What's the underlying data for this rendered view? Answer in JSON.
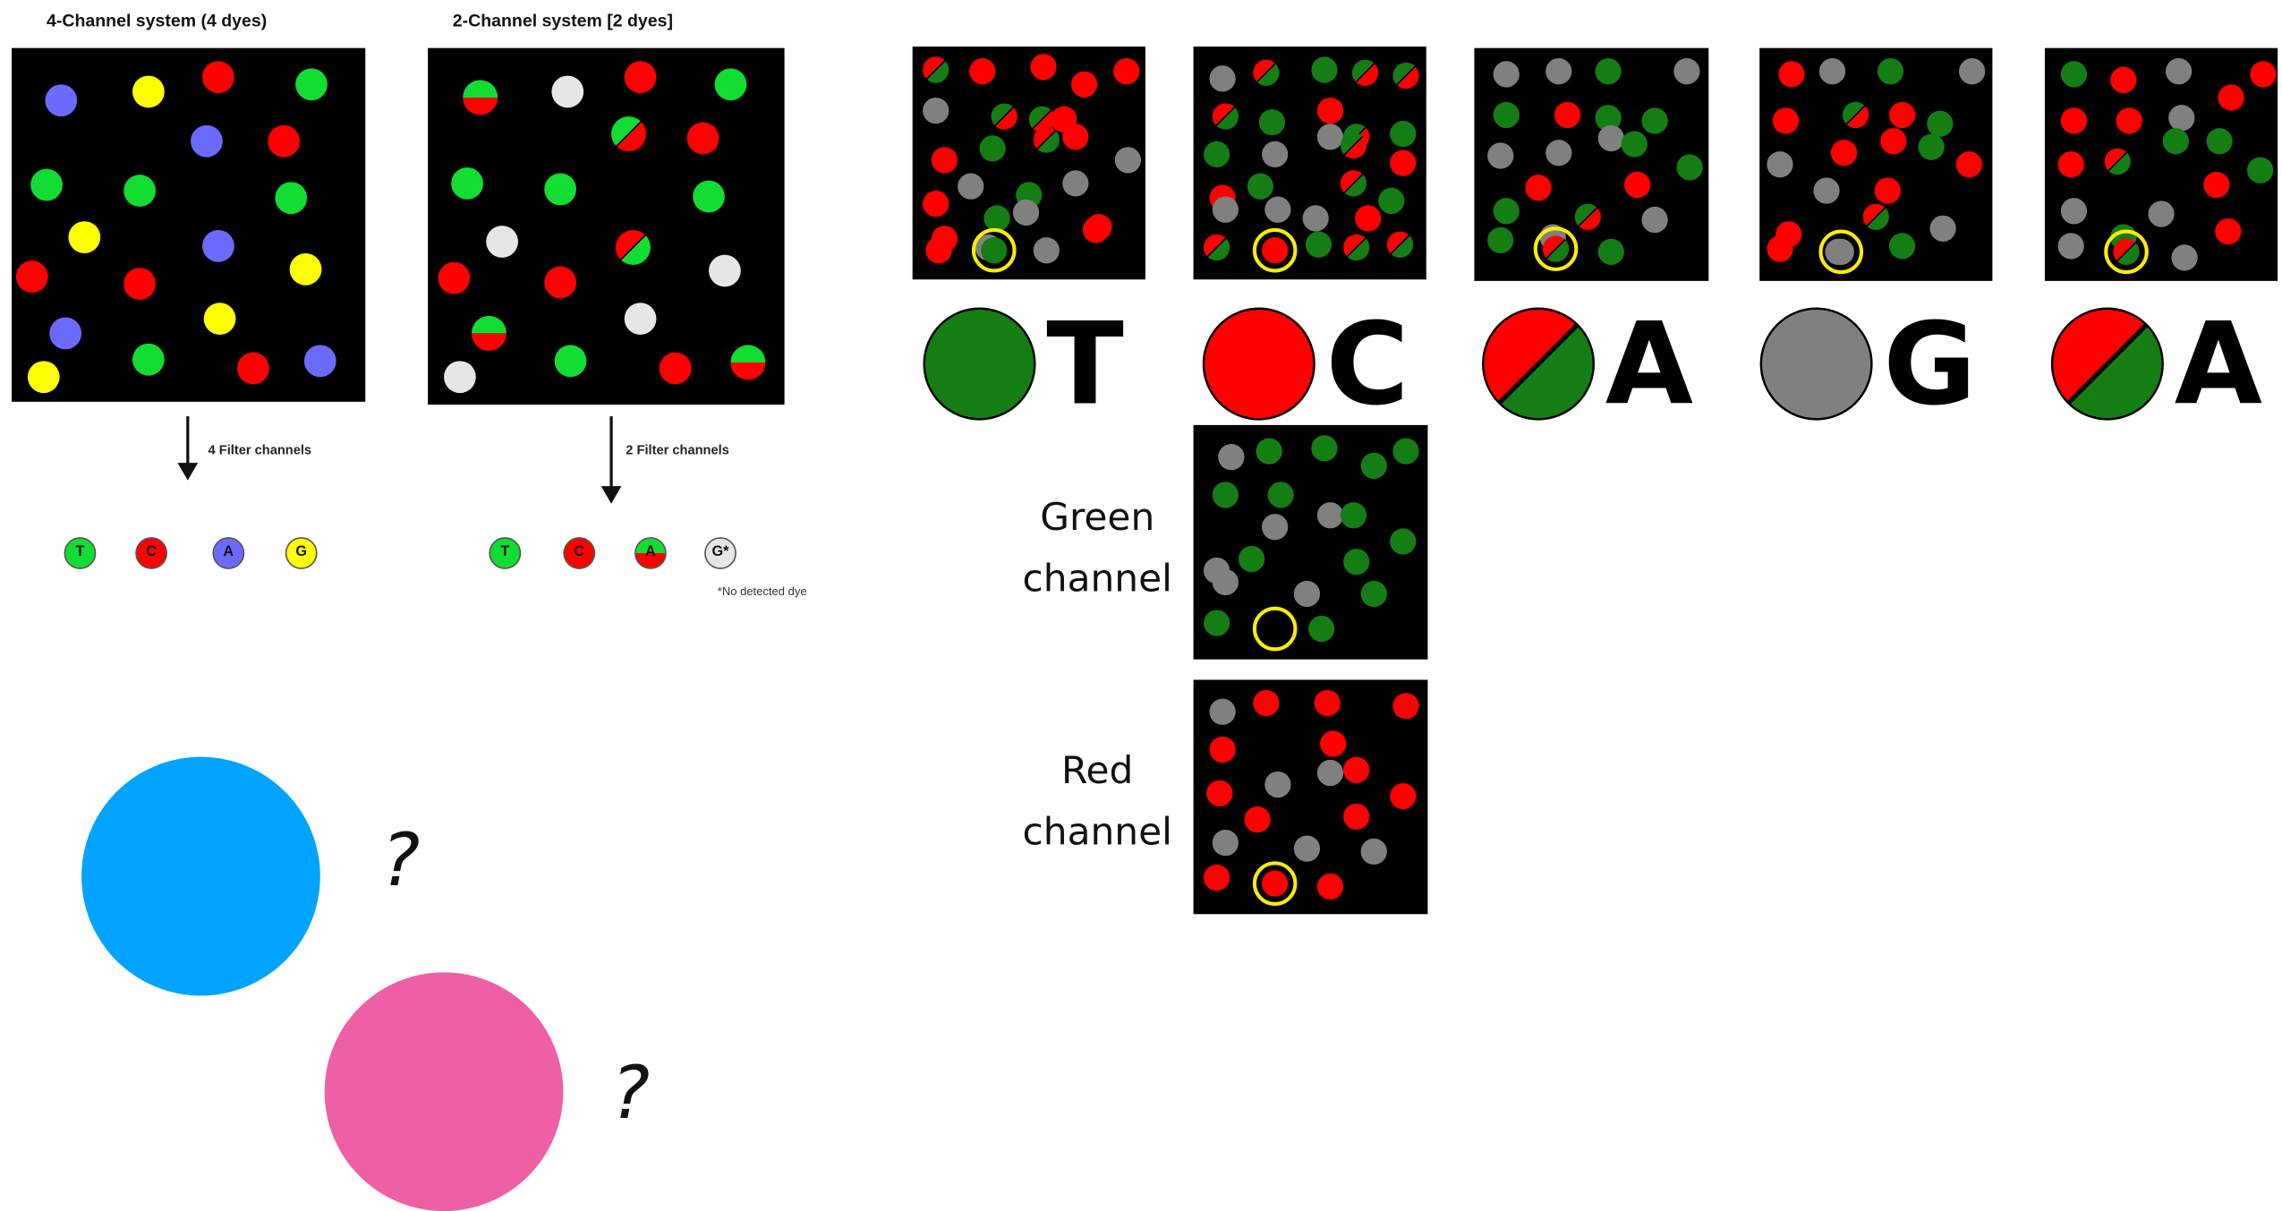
{
  "panels": {
    "four_channel_title": "4-Channel system (4 dyes)",
    "two_channel_title": "2-Channel system [2 dyes]",
    "four_filter_label": "4 Filter channels",
    "two_filter_label": "2 Filter channels",
    "four_key": [
      "T",
      "C",
      "A",
      "G"
    ],
    "two_key": [
      "T",
      "C",
      "A",
      "G*"
    ],
    "footnote": "*No detected dye"
  },
  "bases": [
    "T",
    "C",
    "A",
    "G",
    "A"
  ],
  "channels": {
    "green_label": "Green channel",
    "red_label": "Red channel"
  },
  "questions": [
    "?",
    "?"
  ],
  "colors": {
    "green": "#147d14",
    "red": "#ff0000",
    "gray": "#808080",
    "bright_green": "#11dd33",
    "blue_violet": "#6a6aff",
    "yellow": "#ffff00",
    "light_gray": "#e6e6e6",
    "highlight_ring": "#ffee00",
    "cyan_dot": "#00a3ff",
    "pink_dot": "#ee5fa6"
  }
}
